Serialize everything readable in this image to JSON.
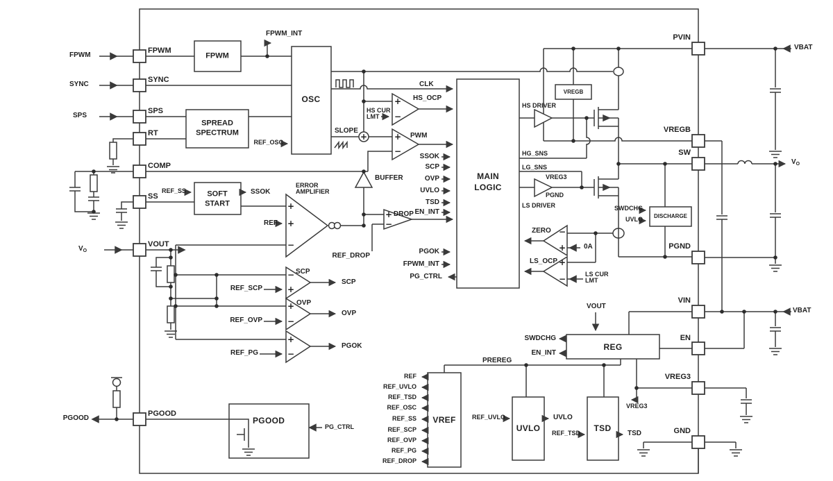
{
  "colors": {
    "line": "#3a3a3a",
    "text": "#1f1f1f",
    "background": "#ffffff"
  },
  "pins": {
    "left": [
      "FPWM",
      "SYNC",
      "SPS",
      "RT",
      "COMP",
      "SS",
      "VOUT",
      "PGOOD"
    ],
    "right": [
      "PVIN",
      "VREGB",
      "SW",
      "PGND",
      "VIN",
      "EN",
      "VREG3",
      "GND"
    ]
  },
  "external": {
    "fpwm": "FPWM",
    "sync": "SYNC",
    "sps": "SPS",
    "pgood": "PGOOD",
    "vbat_top": "VBAT",
    "vbat_mid": "VBAT",
    "vo_in": {
      "base": "V",
      "sub": "O"
    },
    "vo_out": {
      "base": "V",
      "sub": "O"
    }
  },
  "blocks": {
    "fpwm": "FPWM",
    "spread_line1": "SPREAD",
    "spread_line2": "SPECTRUM",
    "osc": "OSC",
    "soft_line1": "SOFT",
    "soft_line2": "START",
    "main_line1": "MAIN",
    "main_line2": "LOGIC",
    "vregb": "VREGB",
    "discharge": "DISCHARGE",
    "reg": "REG",
    "vref": "VREF",
    "uvlo": "UVLO",
    "tsd": "TSD",
    "pgood": "PGOOD"
  },
  "signals": {
    "fpwm_int": "FPWM_INT",
    "ref_osc": "REF_OSC",
    "clk": "CLK",
    "slope": "SLOPE",
    "buffer": "BUFFER",
    "hs_ocp": "HS_OCP",
    "hs_cur_line1": "HS CUR",
    "hs_cur_line2": "LMT",
    "pwm": "PWM",
    "drop": "DROP",
    "ref_drop": "REF_DROP",
    "error_line1": "ERROR",
    "error_line2": "AMPLIFIER",
    "ref": "REF",
    "ref_ss": "REF_SS",
    "ssok": "SSOK",
    "scp": "SCP",
    "ref_scp": "REF_SCP",
    "ovp": "OVP",
    "ref_ovp": "REF_OVP",
    "pgok": "PGOK",
    "ref_pg": "REF_PG",
    "hs_driver": "HS DRIVER",
    "hg_sns": "HG_SNS",
    "lg_sns": "LG_SNS",
    "ls_driver": "LS DRIVER",
    "vreg3_drv": "VREG3",
    "pgnd_drv": "PGND",
    "zero": "ZERO",
    "zero_ref": "0A",
    "ls_ocp": "LS_OCP",
    "ls_cur_line1": "LS CUR",
    "ls_cur_line2": "LMT",
    "swdchg": "SWDCHG",
    "uvlo_in": "UVLO",
    "vout": "VOUT",
    "en_int": "EN_INT",
    "prereg": "PREREG",
    "vreg3_tap": "VREG3",
    "ref_uvlo": "REF_UVLO",
    "uvlo_out": "UVLO",
    "ref_tsd": "REF_TSD",
    "tsd_out": "TSD",
    "pg_ctrl": "PG_CTRL"
  },
  "main_logic_inputs": [
    "SSOK",
    "SCP",
    "OVP",
    "UVLO",
    "TSD",
    "EN_INT",
    "PGOK",
    "FPWM_INT"
  ],
  "vref_outputs": [
    "REF",
    "REF_UVLO",
    "REF_TSD",
    "REF_OSC",
    "REF_SS",
    "REF_SCP",
    "REF_OVP",
    "REF_PG",
    "REF_DROP"
  ],
  "polarity": {
    "plus": "+",
    "minus": "−"
  }
}
